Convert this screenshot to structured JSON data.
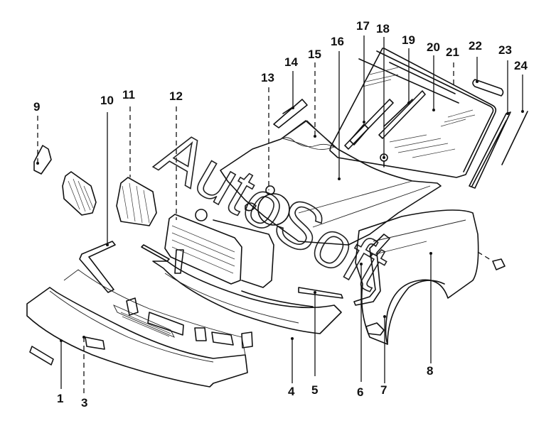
{
  "diagram": {
    "title": "Front body parts exploded view",
    "watermark": "AutoSoft",
    "callouts": [
      {
        "id": "1",
        "label": "1"
      },
      {
        "id": "3",
        "label": "3"
      },
      {
        "id": "4",
        "label": "4"
      },
      {
        "id": "5",
        "label": "5"
      },
      {
        "id": "6",
        "label": "6"
      },
      {
        "id": "7",
        "label": "7"
      },
      {
        "id": "8",
        "label": "8"
      },
      {
        "id": "9",
        "label": "9"
      },
      {
        "id": "10",
        "label": "10"
      },
      {
        "id": "11",
        "label": "11"
      },
      {
        "id": "12",
        "label": "12"
      },
      {
        "id": "13",
        "label": "13"
      },
      {
        "id": "14",
        "label": "14"
      },
      {
        "id": "15",
        "label": "15"
      },
      {
        "id": "16",
        "label": "16"
      },
      {
        "id": "17",
        "label": "17"
      },
      {
        "id": "18",
        "label": "18"
      },
      {
        "id": "19",
        "label": "19"
      },
      {
        "id": "20",
        "label": "20"
      },
      {
        "id": "21",
        "label": "21"
      },
      {
        "id": "22",
        "label": "22"
      },
      {
        "id": "23",
        "label": "23"
      },
      {
        "id": "24",
        "label": "24"
      }
    ]
  }
}
